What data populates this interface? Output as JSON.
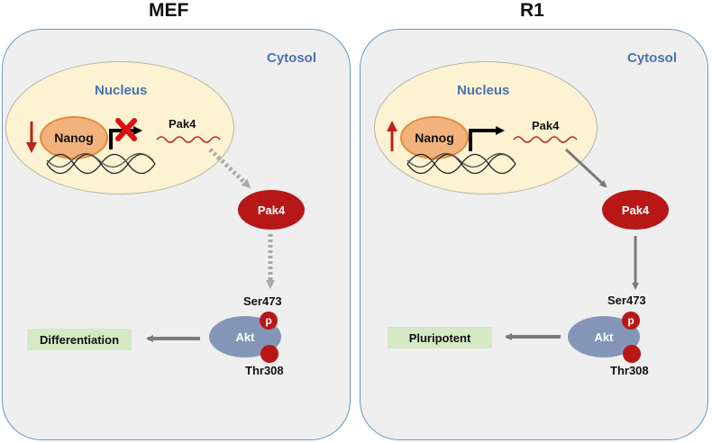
{
  "panels": [
    {
      "title": "MEF",
      "cytosol": "Cytosol",
      "nucleus": "Nucleus",
      "nanog": "Nanog",
      "nanog_level": "down",
      "pak4_transcript": "Pak4",
      "transcription": "blocked",
      "pak4_protein": "Pak4",
      "ser_site": "Ser473",
      "thr_site": "Thr308",
      "akt": "Akt",
      "phospho": "p",
      "outcome": "Differentiation",
      "signal_arrows": "dotted"
    },
    {
      "title": "R1",
      "cytosol": "Cytosol",
      "nucleus": "Nucleus",
      "nanog": "Nanog",
      "nanog_level": "up",
      "pak4_transcript": "Pak4",
      "transcription": "active",
      "pak4_protein": "Pak4",
      "ser_site": "Ser473",
      "thr_site": "Thr308",
      "akt": "Akt",
      "phospho": "p",
      "outcome": "Pluripotent",
      "signal_arrows": "solid"
    }
  ],
  "colors": {
    "cell_border": "#6b97c4",
    "cell_fill": "#efefef",
    "nucleus_fill": "#fdf3d2",
    "label_blue": "#4a72b0",
    "protein_red": "#b81717",
    "akt_blue": "#8496b8",
    "outcome_green": "#d5e9c4",
    "arrow_gray": "#7a7a7a"
  },
  "icons": {
    "down_arrow": "down-arrow-icon",
    "up_arrow": "up-arrow-icon",
    "block": "red-x-icon",
    "promoter": "promoter-arrow-icon",
    "dna": "dna-helix-icon",
    "mrna": "mrna-wave-icon"
  }
}
